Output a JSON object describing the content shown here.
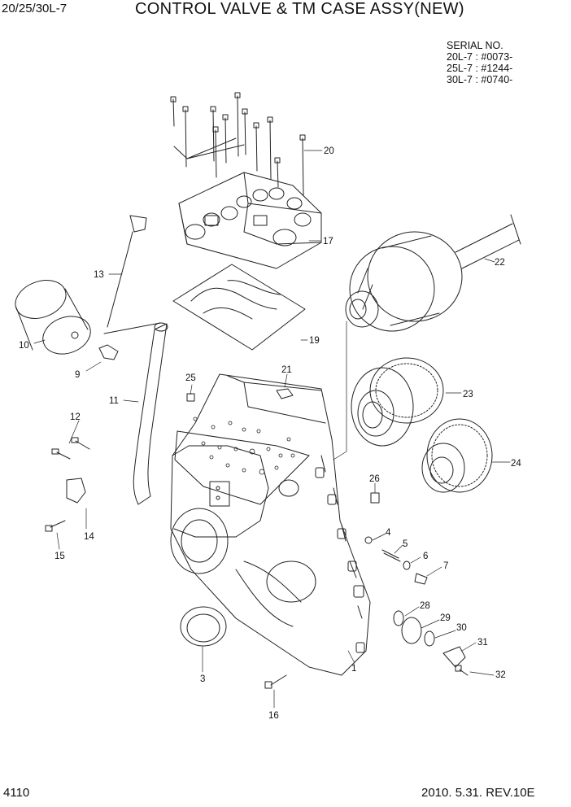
{
  "header": {
    "model": "20/25/30L-7",
    "title": "CONTROL VALVE & TM CASE ASSY(NEW)"
  },
  "serial": {
    "heading": "SERIAL NO.",
    "lines": [
      "20L-7 : #0073-",
      "25L-7 : #1244-",
      "30L-7 : #0740-"
    ]
  },
  "footer": {
    "page": "4110",
    "date_rev": "2010. 5.31.  REV.10E"
  },
  "callouts": [
    "1",
    "3",
    "4",
    "5",
    "6",
    "7",
    "9",
    "10",
    "11",
    "12",
    "13",
    "14",
    "15",
    "16",
    "17",
    "19",
    "20",
    "21",
    "22",
    "23",
    "24",
    "25",
    "26",
    "28",
    "29",
    "30",
    "31",
    "32"
  ]
}
